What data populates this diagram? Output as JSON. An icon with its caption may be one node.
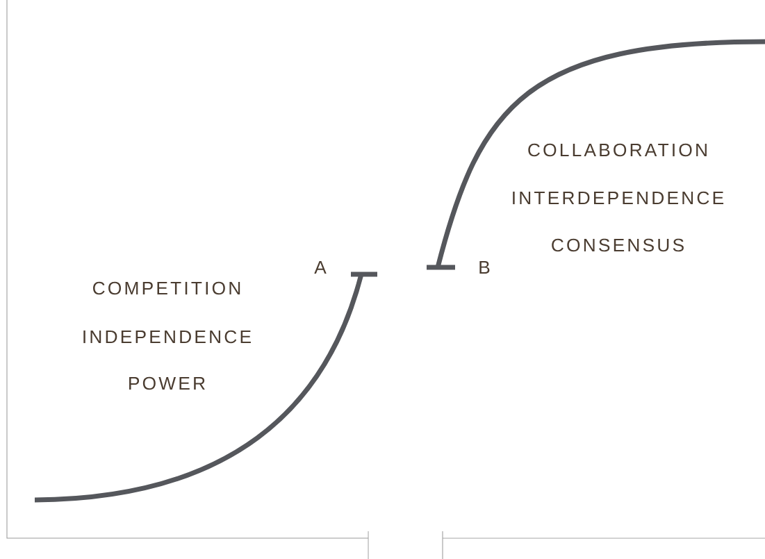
{
  "diagram": {
    "labels": [
      "A",
      "B",
      "COMPETITION",
      "INDEPENDENCE",
      "POWER",
      "COLLABORATION",
      "INTERDEPENDENCE",
      "CONSENSUS"
    ]
  }
}
